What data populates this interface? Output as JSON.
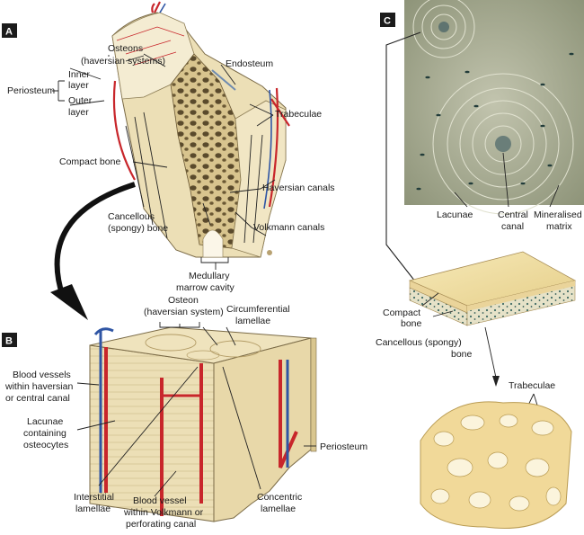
{
  "panels": [
    {
      "id": "A",
      "letter": "A"
    },
    {
      "id": "B",
      "letter": "B"
    },
    {
      "id": "C",
      "letter": "C"
    }
  ],
  "labels_a": {
    "osteons_1": "Osteons",
    "osteons_2": "(haversian systems)",
    "periosteum": "Periosteum",
    "inner_1": "Inner",
    "inner_2": "layer",
    "outer_1": "Outer",
    "outer_2": "layer",
    "endosteum": "Endosteum",
    "trabeculae": "Trabeculae",
    "compact_bone": "Compact bone",
    "haversian_canals": "Haversian canals",
    "cancellous_1": "Cancellous",
    "cancellous_2": "(spongy) bone",
    "volkmann_canals": "Volkmann canals",
    "medullary_1": "Medullary",
    "medullary_2": "marrow cavity"
  },
  "labels_b": {
    "osteon_1": "Osteon",
    "osteon_2": "(haversian system)",
    "circum_1": "Circumferential",
    "circum_2": "lamellae",
    "blood_1": "Blood vessels",
    "blood_2": "within haversian",
    "blood_3": "or central canal",
    "lacunae_1": "Lacunae",
    "lacunae_2": "containing",
    "lacunae_3": "osteocytes",
    "periosteum": "Periosteum",
    "interstitial_1": "Interstitial",
    "interstitial_2": "lamellae",
    "vessel_1": "Blood vessel",
    "vessel_2": "within Volkmann or",
    "vessel_3": "perforating canal",
    "concentric_1": "Concentric",
    "concentric_2": "lamellae"
  },
  "labels_c": {
    "lacunae": "Lacunae",
    "central_1": "Central",
    "central_2": "canal",
    "mineral_1": "Mineralised",
    "mineral_2": "matrix",
    "compact_1": "Compact",
    "compact_2": "bone",
    "cancellous_1": "Cancellous (spongy)",
    "cancellous_2": "bone",
    "trabeculae": "Trabeculae"
  },
  "colors": {
    "bone": "#ecdfb6",
    "bone_shadow": "#c9b482",
    "artery": "#c8262b",
    "vein": "#2f55a4",
    "micro_bg": "#a9ad93",
    "sponge": "#f1d999"
  }
}
